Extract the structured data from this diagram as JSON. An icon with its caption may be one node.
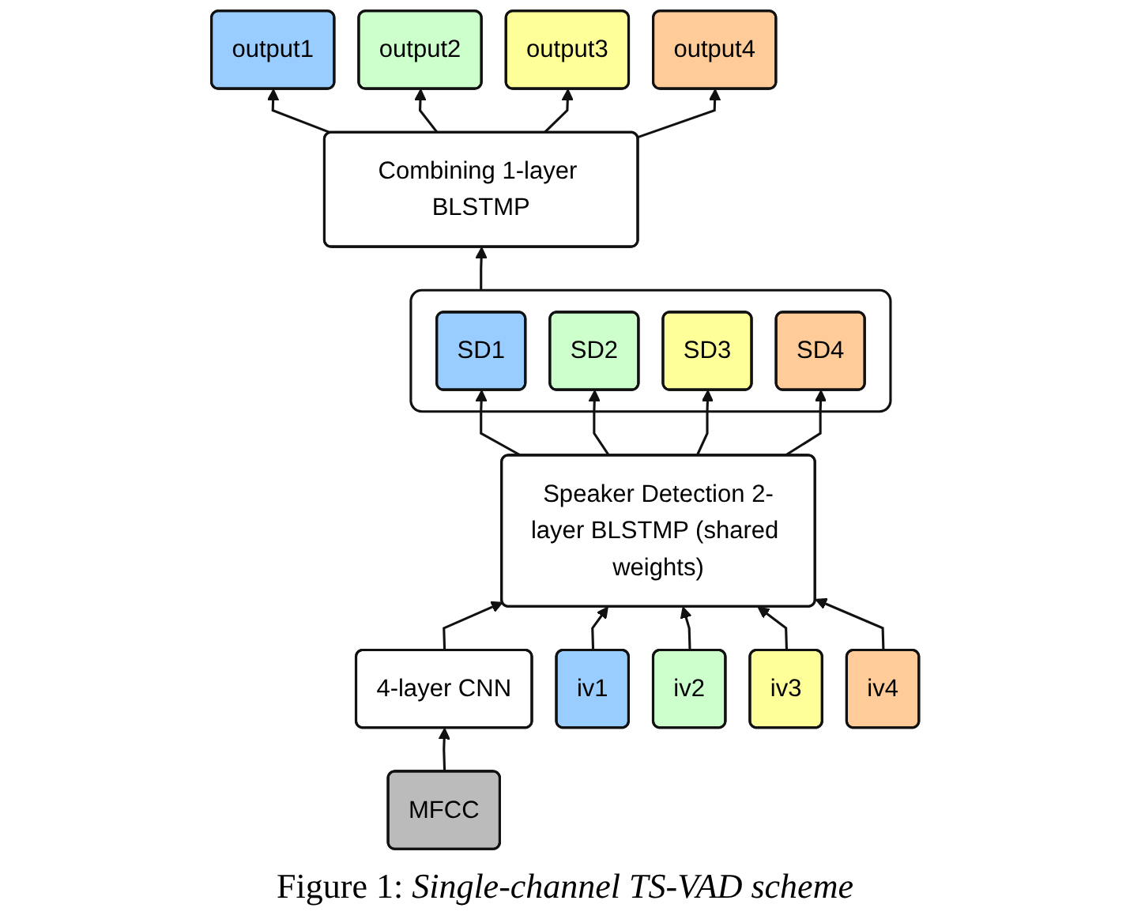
{
  "diagram": {
    "caption": "Figure 1: *Single-channel TS-VAD scheme*",
    "nodes": [
      {
        "text": [
          "output1"
        ]
      },
      {
        "text": [
          "output2"
        ]
      },
      {
        "text": [
          "output3"
        ]
      },
      {
        "text": [
          "output4"
        ]
      },
      {
        "text": [
          "Combining 1-layer BLSTMP"
        ]
      },
      {
        "text": [],
        "shape": "box"
      },
      {
        "text": [
          "SD1"
        ],
        "in": 5
      },
      {
        "text": [
          "SD2"
        ],
        "in": 5
      },
      {
        "text": [
          "SD3"
        ],
        "in": 5
      },
      {
        "text": [
          "SD4"
        ],
        "in": 5
      },
      {
        "text": [
          "4-layer CNN"
        ]
      },
      {
        "text": [
          "Speaker Detection 2-layer BLSTMP (shared weights)"
        ]
      },
      {
        "text": [
          "MFCC"
        ]
      },
      {
        "text": [
          "iv1"
        ]
      },
      {
        "text": [
          "iv2"
        ]
      },
      {
        "text": [
          "iv3"
        ]
      },
      {
        "text": [
          "iv4"
        ]
      }
    ],
    "edges": [
      {
        "from": 4,
        "to": 0,
        "arrow": "to"
      },
      {
        "from": 4,
        "to": 1,
        "arrow": "to"
      },
      {
        "from": 4,
        "to": 2,
        "arrow": "to"
      },
      {
        "from": 4,
        "to": 3,
        "arrow": "to"
      },
      {
        "from": 5,
        "to": 4,
        "arrow": "to"
      },
      {
        "from": 11,
        "to": 6,
        "arrow": "to"
      },
      {
        "from": 11,
        "to": 7,
        "arrow": "to"
      },
      {
        "from": 11,
        "to": 8,
        "arrow": "to"
      },
      {
        "from": 11,
        "to": 9,
        "arrow": "to"
      },
      {
        "from": 10,
        "to": 11,
        "arrow": "to"
      },
      {
        "from": 12,
        "to": 10,
        "arrow": "to"
      },
      {
        "from": 13,
        "to": 11,
        "arrow": "to"
      },
      {
        "from": 14,
        "to": 11,
        "arrow": "to"
      },
      {
        "from": 15,
        "to": 11,
        "arrow": "to"
      },
      {
        "from": 16,
        "to": 11,
        "arrow": "to"
      }
    ]
  }
}
